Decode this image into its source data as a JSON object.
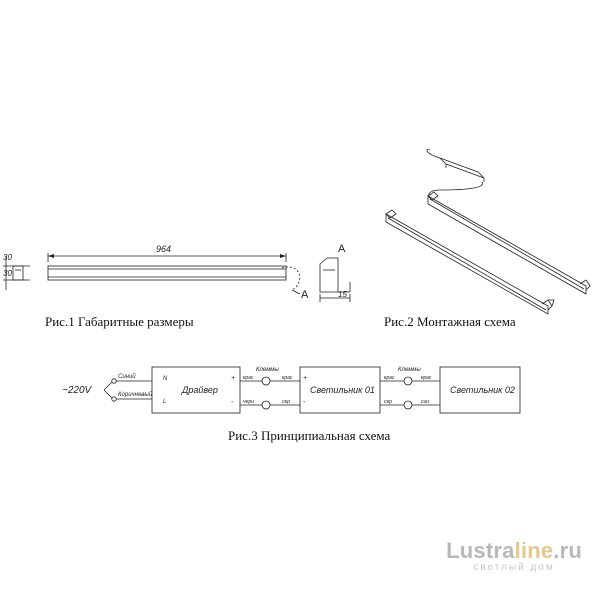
{
  "fig1": {
    "caption": "Рис.1 Габаритные размеры",
    "dim_length": "964",
    "dim_height_a": "30",
    "dim_height_b": "30",
    "section_mark": "А",
    "section_mark_2": "А",
    "dim_section": "15"
  },
  "fig2": {
    "caption": "Рис.2 Монтажная схема"
  },
  "fig3": {
    "caption": "Рис.3 Принципиальная схема",
    "voltage": "~220V",
    "wire_blue": "Синий",
    "wire_brown": "Коричневый",
    "driver": "Драйвер",
    "driver_n": "N",
    "driver_l": "L",
    "plus": "+",
    "minus": "-",
    "lamp1": "Светильник 01",
    "lamp2": "Светильник 02",
    "terminal": "Клеммы",
    "red": "крас",
    "black": "черн",
    "grey": "сер",
    "dark": "син"
  },
  "watermark": {
    "brand_main": "Lustra",
    "brand_accent": "line",
    "brand_tld": ".ru",
    "tagline": "светлый дом"
  }
}
